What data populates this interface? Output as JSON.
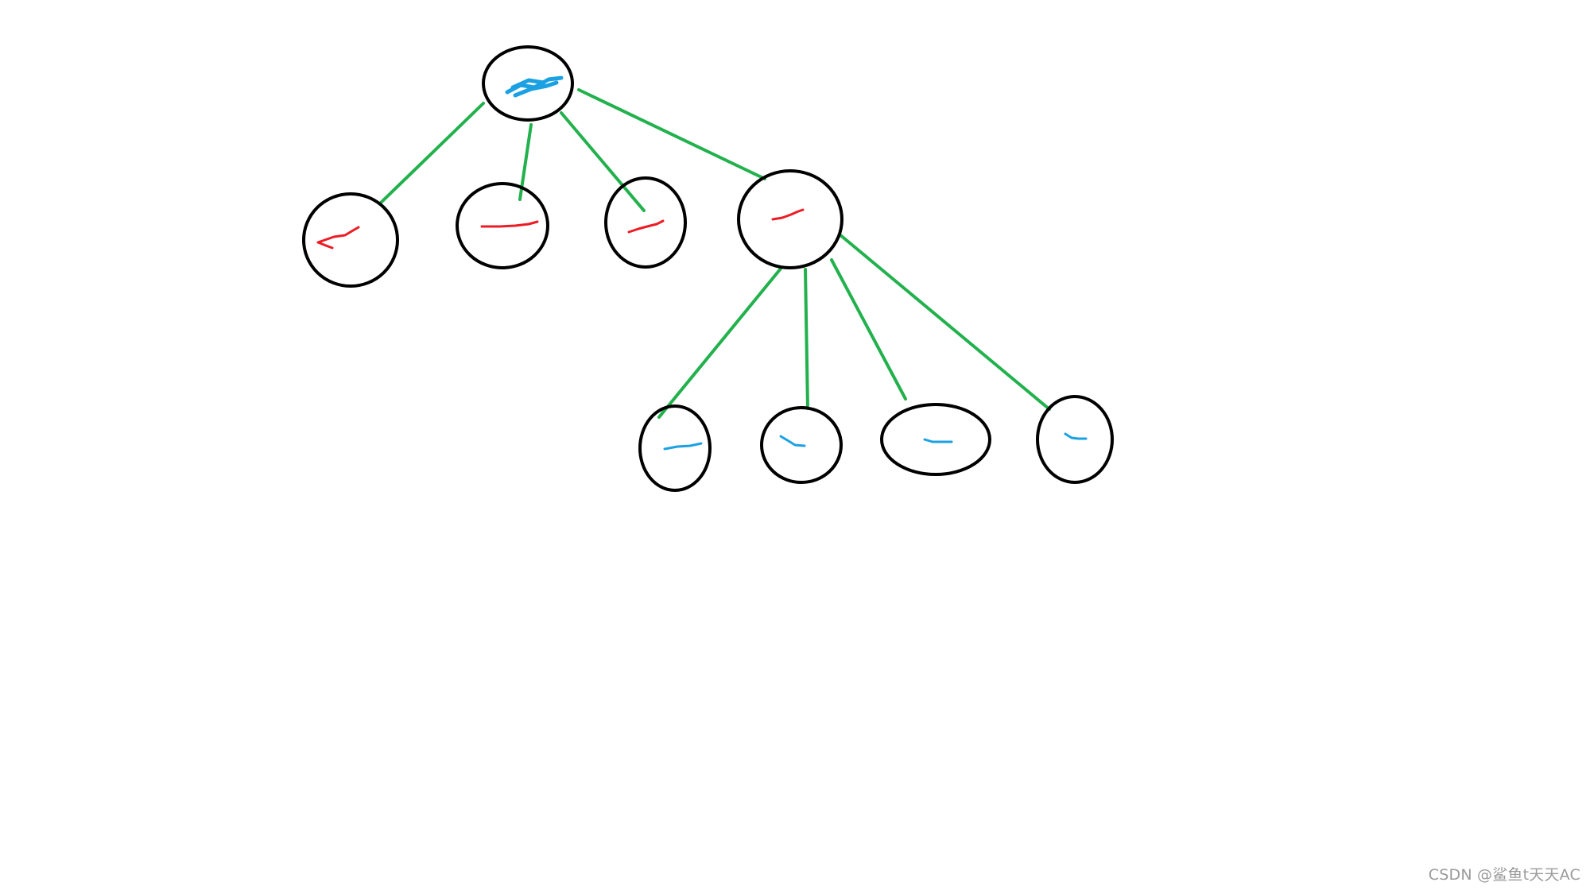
{
  "diagram": {
    "type": "tree",
    "colors": {
      "edge": "#22b14c",
      "node_outline": "#000000",
      "root_mark": "#1ba1e2",
      "level1_mark": "#ed1c24",
      "level2_mark": "#1ba1e2",
      "background": "#ffffff"
    },
    "nodes": [
      {
        "id": "root",
        "level": 0,
        "parent": null,
        "mark_color": "root_mark"
      },
      {
        "id": "child-1",
        "level": 1,
        "parent": "root",
        "mark_color": "level1_mark"
      },
      {
        "id": "child-2",
        "level": 1,
        "parent": "root",
        "mark_color": "level1_mark"
      },
      {
        "id": "child-3",
        "level": 1,
        "parent": "root",
        "mark_color": "level1_mark"
      },
      {
        "id": "child-4",
        "level": 1,
        "parent": "root",
        "mark_color": "level1_mark"
      },
      {
        "id": "grandchild-1",
        "level": 2,
        "parent": "child-4",
        "mark_color": "level2_mark"
      },
      {
        "id": "grandchild-2",
        "level": 2,
        "parent": "child-4",
        "mark_color": "level2_mark"
      },
      {
        "id": "grandchild-3",
        "level": 2,
        "parent": "child-4",
        "mark_color": "level2_mark"
      },
      {
        "id": "grandchild-4",
        "level": 2,
        "parent": "child-4",
        "mark_color": "level2_mark"
      }
    ]
  },
  "watermark": {
    "text": "CSDN @鲨鱼t天天AC"
  }
}
